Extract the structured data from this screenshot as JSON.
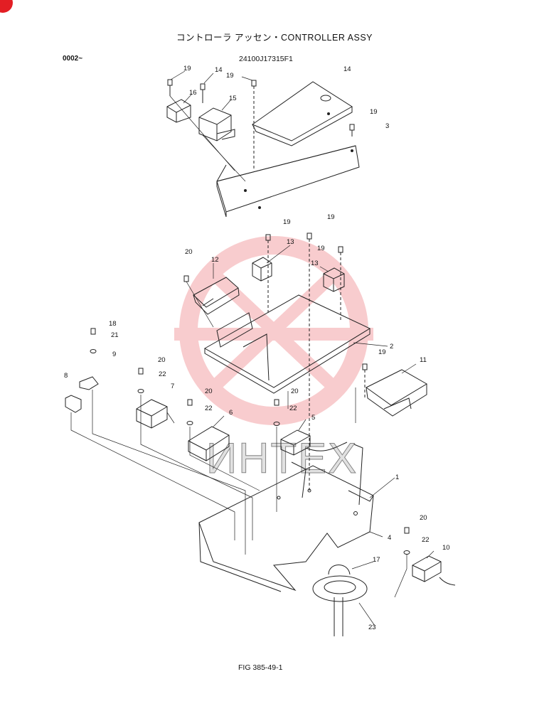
{
  "header": {
    "title": "コントローラ アッセン・CONTROLLER ASSY",
    "serial_range": "0002~",
    "part_number": "24100J17315F1"
  },
  "footer": {
    "figure_number": "FIG 385-49-1"
  },
  "watermark": {
    "text": "ИНТЕХ",
    "color": "#e31e24"
  },
  "callouts": {
    "n1": "1",
    "n2": "2",
    "n3": "3",
    "n4": "4",
    "n5": "5",
    "n6": "6",
    "n7": "7",
    "n8": "8",
    "n9": "9",
    "n10": "10",
    "n11": "11",
    "n12": "12",
    "n13": "13",
    "n14": "14",
    "n15": "15",
    "n16": "16",
    "n17": "17",
    "n18": "18",
    "n19": "19",
    "n20": "20",
    "n21": "21",
    "n22": "22",
    "n23": "23"
  }
}
